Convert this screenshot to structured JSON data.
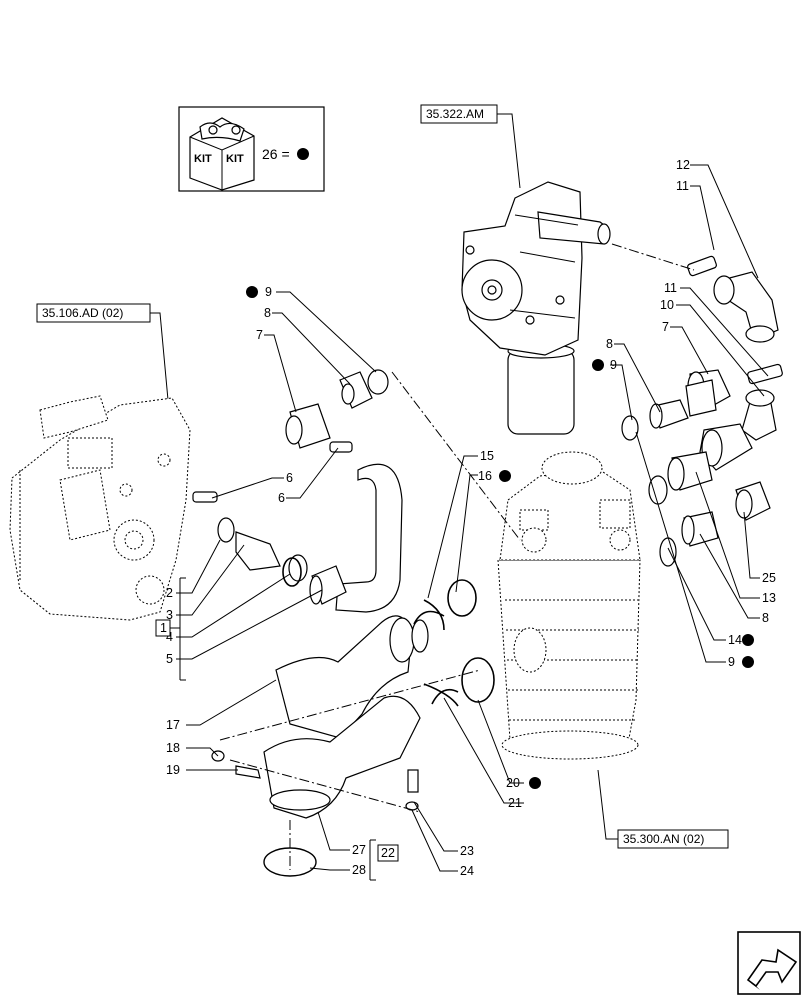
{
  "references": {
    "ref_1": "35.322.AM",
    "ref_2": "35.106.AD (02)",
    "ref_3": "35.300.AN (02)"
  },
  "kit_legend": {
    "kit_left": "KIT",
    "kit_right": "KIT",
    "text": "26 ="
  },
  "callouts": {
    "c12": "12",
    "c11a": "11",
    "c11b": "11",
    "c10": "10",
    "c7r": "7",
    "c8r": "8",
    "c9r": "9",
    "c9l": "9",
    "c8l": "8",
    "c7l": "7",
    "c6a": "6",
    "c6b": "6",
    "c2": "2",
    "c3": "3",
    "c4": "4",
    "c5": "5",
    "c1": "1",
    "c15": "15",
    "c16": "16",
    "c25": "25",
    "c13": "13",
    "c8b": "8",
    "c14": "14",
    "c9b": "9",
    "c17": "17",
    "c18": "18",
    "c19": "19",
    "c20": "20",
    "c21": "21",
    "c23": "23",
    "c24": "24",
    "c27": "27",
    "c28": "28",
    "c22": "22"
  },
  "kit_marker_color": "#000000"
}
